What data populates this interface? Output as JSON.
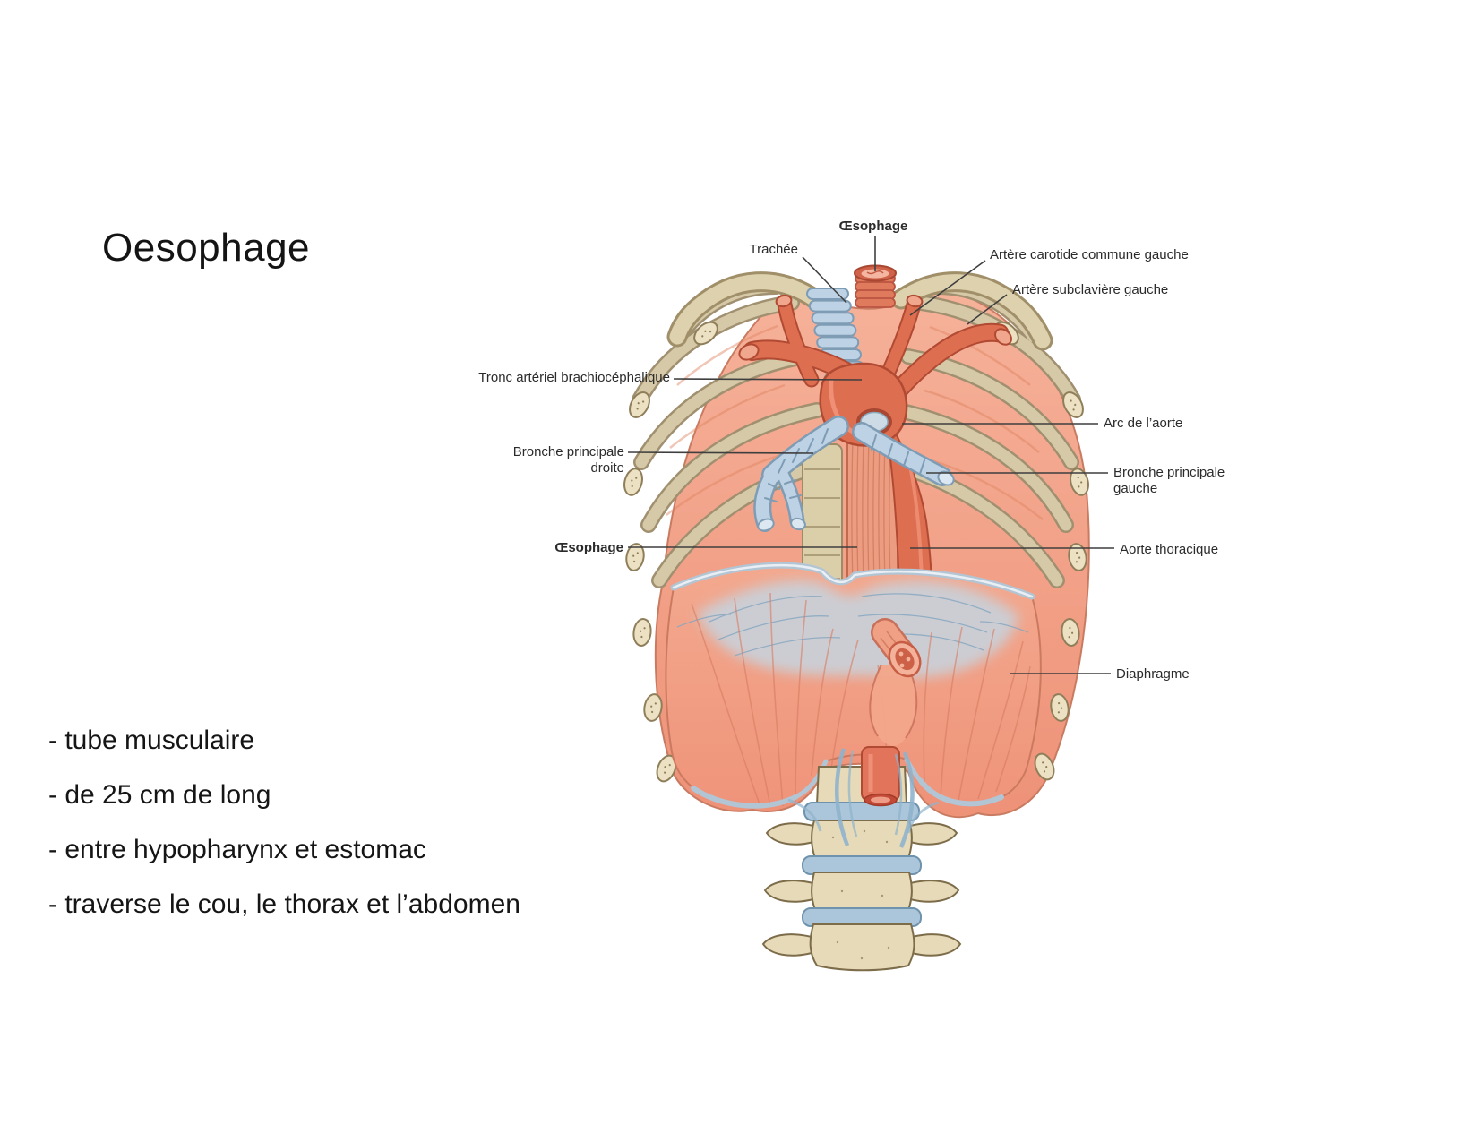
{
  "slide": {
    "title": "Oesophage",
    "bullets": [
      "- tube musculaire",
      "- de 25 cm de long",
      "- entre hypopharynx et estomac",
      "- traverse le cou, le thorax et l’abdomen"
    ]
  },
  "figure": {
    "labels": {
      "oesophage_top": "Œsophage",
      "trachee": "Trachée",
      "artere_carotide": "Artère carotide commune gauche",
      "artere_subclaviere": "Artère subclavière gauche",
      "tronc_brachiocephalique": "Tronc artériel brachiocéphalique",
      "bronche_droite_l1": "Bronche principale",
      "bronche_droite_l2": "droite",
      "arc_aorte": "Arc de l’aorte",
      "bronche_gauche_l1": "Bronche principale",
      "bronche_gauche_l2": "gauche",
      "oesophage_gauche": "Œsophage",
      "aorte_thoracique": "Aorte thoracique",
      "diaphragme": "Diaphragme"
    },
    "palette": {
      "muscle": "#f0997e",
      "rib_bone": "#d6c9a7",
      "cartilage_blue": "#bdd2e4",
      "artery_red": "#de6e50",
      "tendon_gray": "#c8d2db",
      "vertebra_bone": "#e6dab9",
      "disc_blue": "#abc6da",
      "label_text": "#2b2b2b"
    }
  }
}
